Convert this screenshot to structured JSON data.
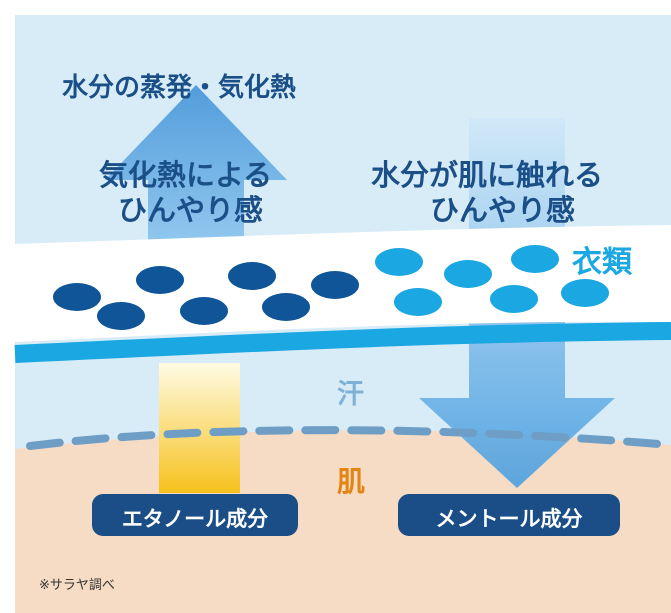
{
  "title": "水分の蒸発・気化熱",
  "left_effect": {
    "line1": "気化熱による",
    "line2": "ひんやり感"
  },
  "right_effect": {
    "line1": "水分が肌に触れる",
    "line2": "ひんやり感"
  },
  "layers": {
    "clothing": "衣類",
    "sweat": "汗",
    "skin": "肌"
  },
  "ingredients": {
    "left": "エタノール成分",
    "right": "メントール成分"
  },
  "footnote": "※サラヤ調べ",
  "colors": {
    "sky": "#d8ecf8",
    "skin": "#f6dcc4",
    "navy": "#0f5597",
    "cyan": "#1aa7e2",
    "label_dark": "#1a4f88",
    "skin_label": "#e28512",
    "sweat_label": "#7fb0d6",
    "dash": "#6e9ec5",
    "pill": "#1b4e86"
  },
  "icons": [
    "up-arrow-vapor-icon",
    "down-arrow-water-icon",
    "up-arrow-ethanol-icon"
  ]
}
